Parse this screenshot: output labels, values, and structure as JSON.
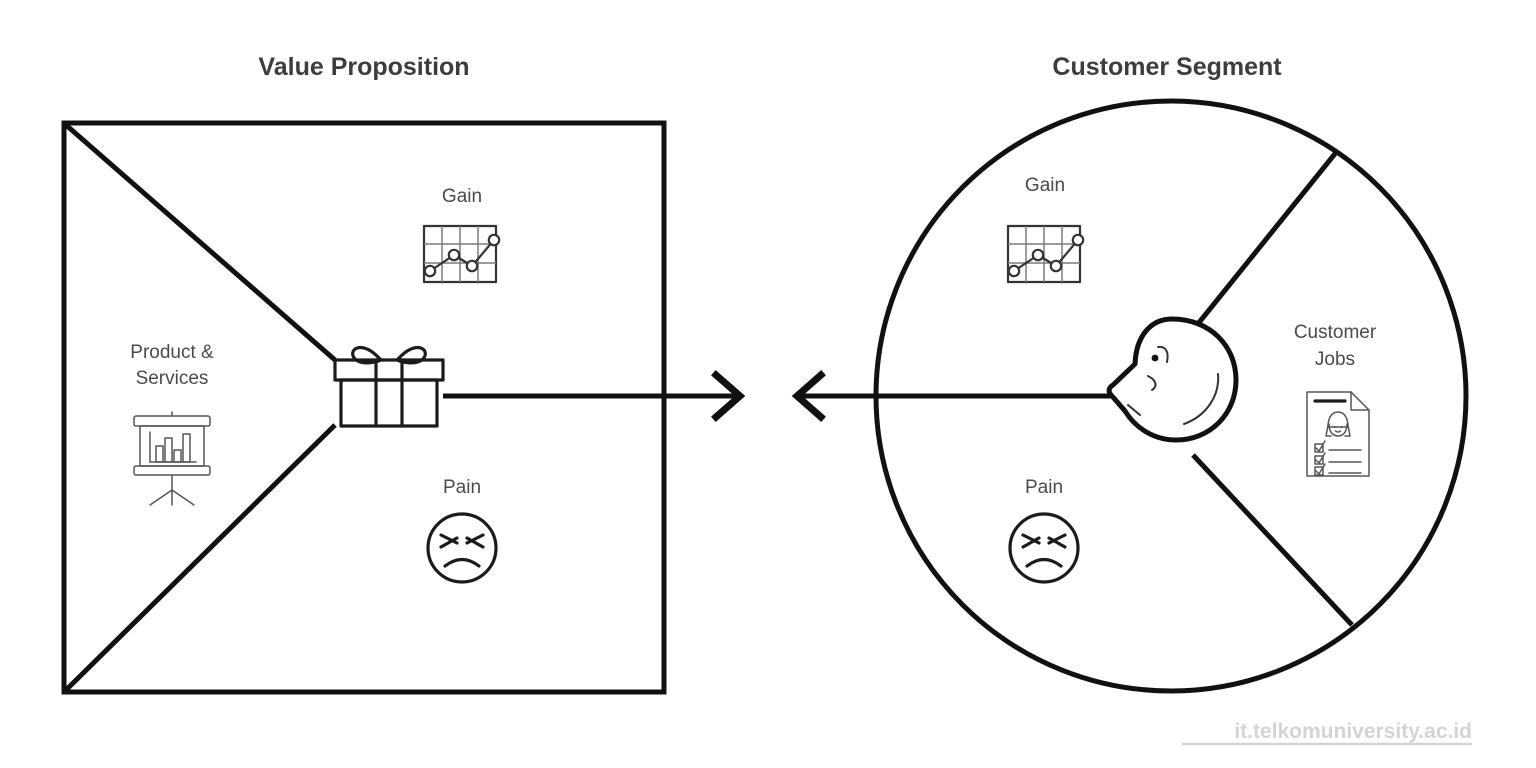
{
  "page": {
    "background_color": "#ffffff",
    "footer_url": "it.telkomuniversity.ac.id",
    "footer_color": "#d4d4d4"
  },
  "diagram": {
    "name": "Value Proposition Canvas",
    "colors": {
      "stroke": "#111111",
      "title": "#3d3d3d",
      "label": "#4a4a4a"
    },
    "left_panel": {
      "title": "Value Proposition",
      "shape": "square",
      "segments": [
        {
          "key": "product_services",
          "label": "Product & Services",
          "label_line_1": "Product &",
          "label_line_2": "Services",
          "icon": "presentation-bar-chart-icon"
        },
        {
          "key": "gain",
          "label": "Gain",
          "icon": "line-chart-grid-icon"
        },
        {
          "key": "pain",
          "label": "Pain",
          "icon": "frowning-face-icon"
        }
      ],
      "center_icon": "gift-box-icon"
    },
    "right_panel": {
      "title": "Customer Segment",
      "shape": "circle",
      "segments": [
        {
          "key": "customer_jobs",
          "label": "Customer Jobs",
          "label_line_1": "Customer",
          "label_line_2": "Jobs",
          "icon": "checklist-document-icon"
        },
        {
          "key": "gain",
          "label": "Gain",
          "icon": "line-chart-grid-icon"
        },
        {
          "key": "pain",
          "label": "Pain",
          "icon": "frowning-face-icon"
        }
      ],
      "center_icon": "customer-head-profile-icon"
    },
    "fit_connector": {
      "left_arrow_icon": "arrow-right-icon",
      "right_arrow_icon": "arrow-left-icon"
    }
  }
}
